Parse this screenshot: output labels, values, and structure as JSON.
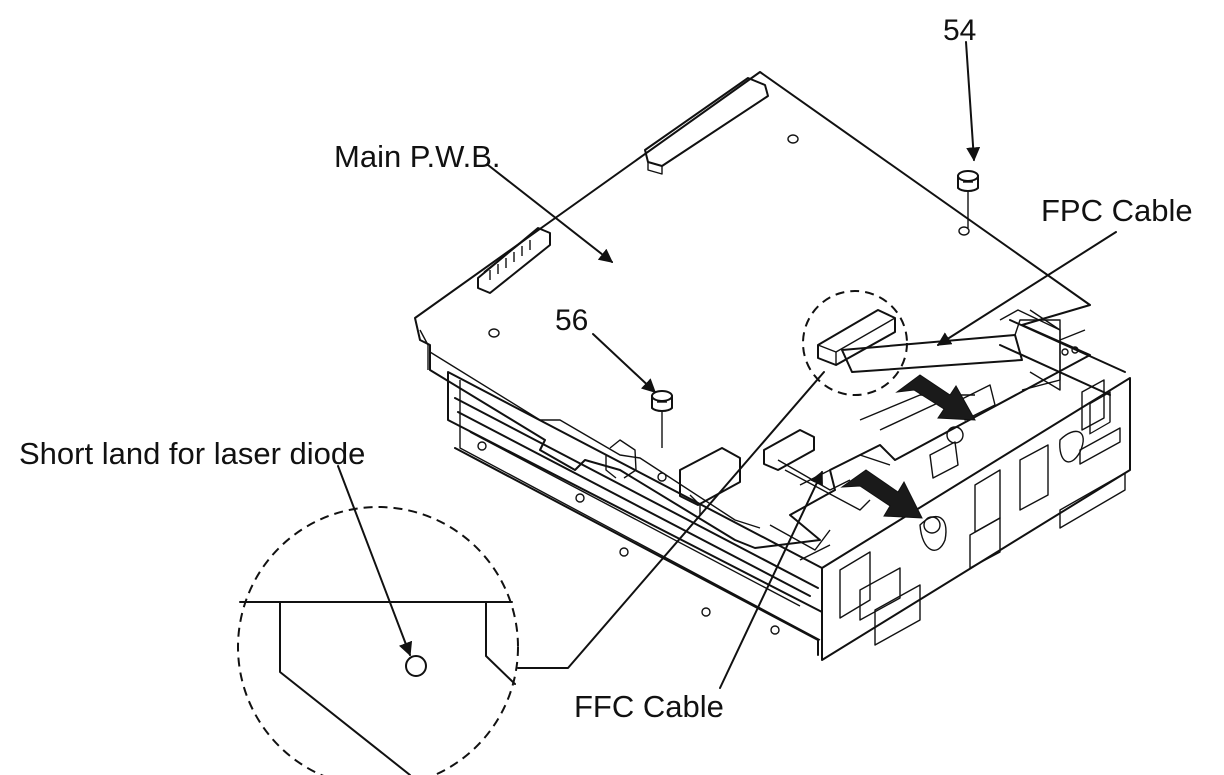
{
  "labels": {
    "main_pwb": "Main P.W.B.",
    "fpc_cable": "FPC Cable",
    "ffc_cable": "FFC Cable",
    "short_land": "Short land for laser diode",
    "screw_54": "54",
    "screw_56": "56"
  },
  "colors": {
    "line": "#111111",
    "arrow_fill": "#1a1a1a",
    "background": "#ffffff"
  },
  "icons": {
    "screw": "screw-icon",
    "pull_arrow": "pull-direction-arrow-icon"
  }
}
